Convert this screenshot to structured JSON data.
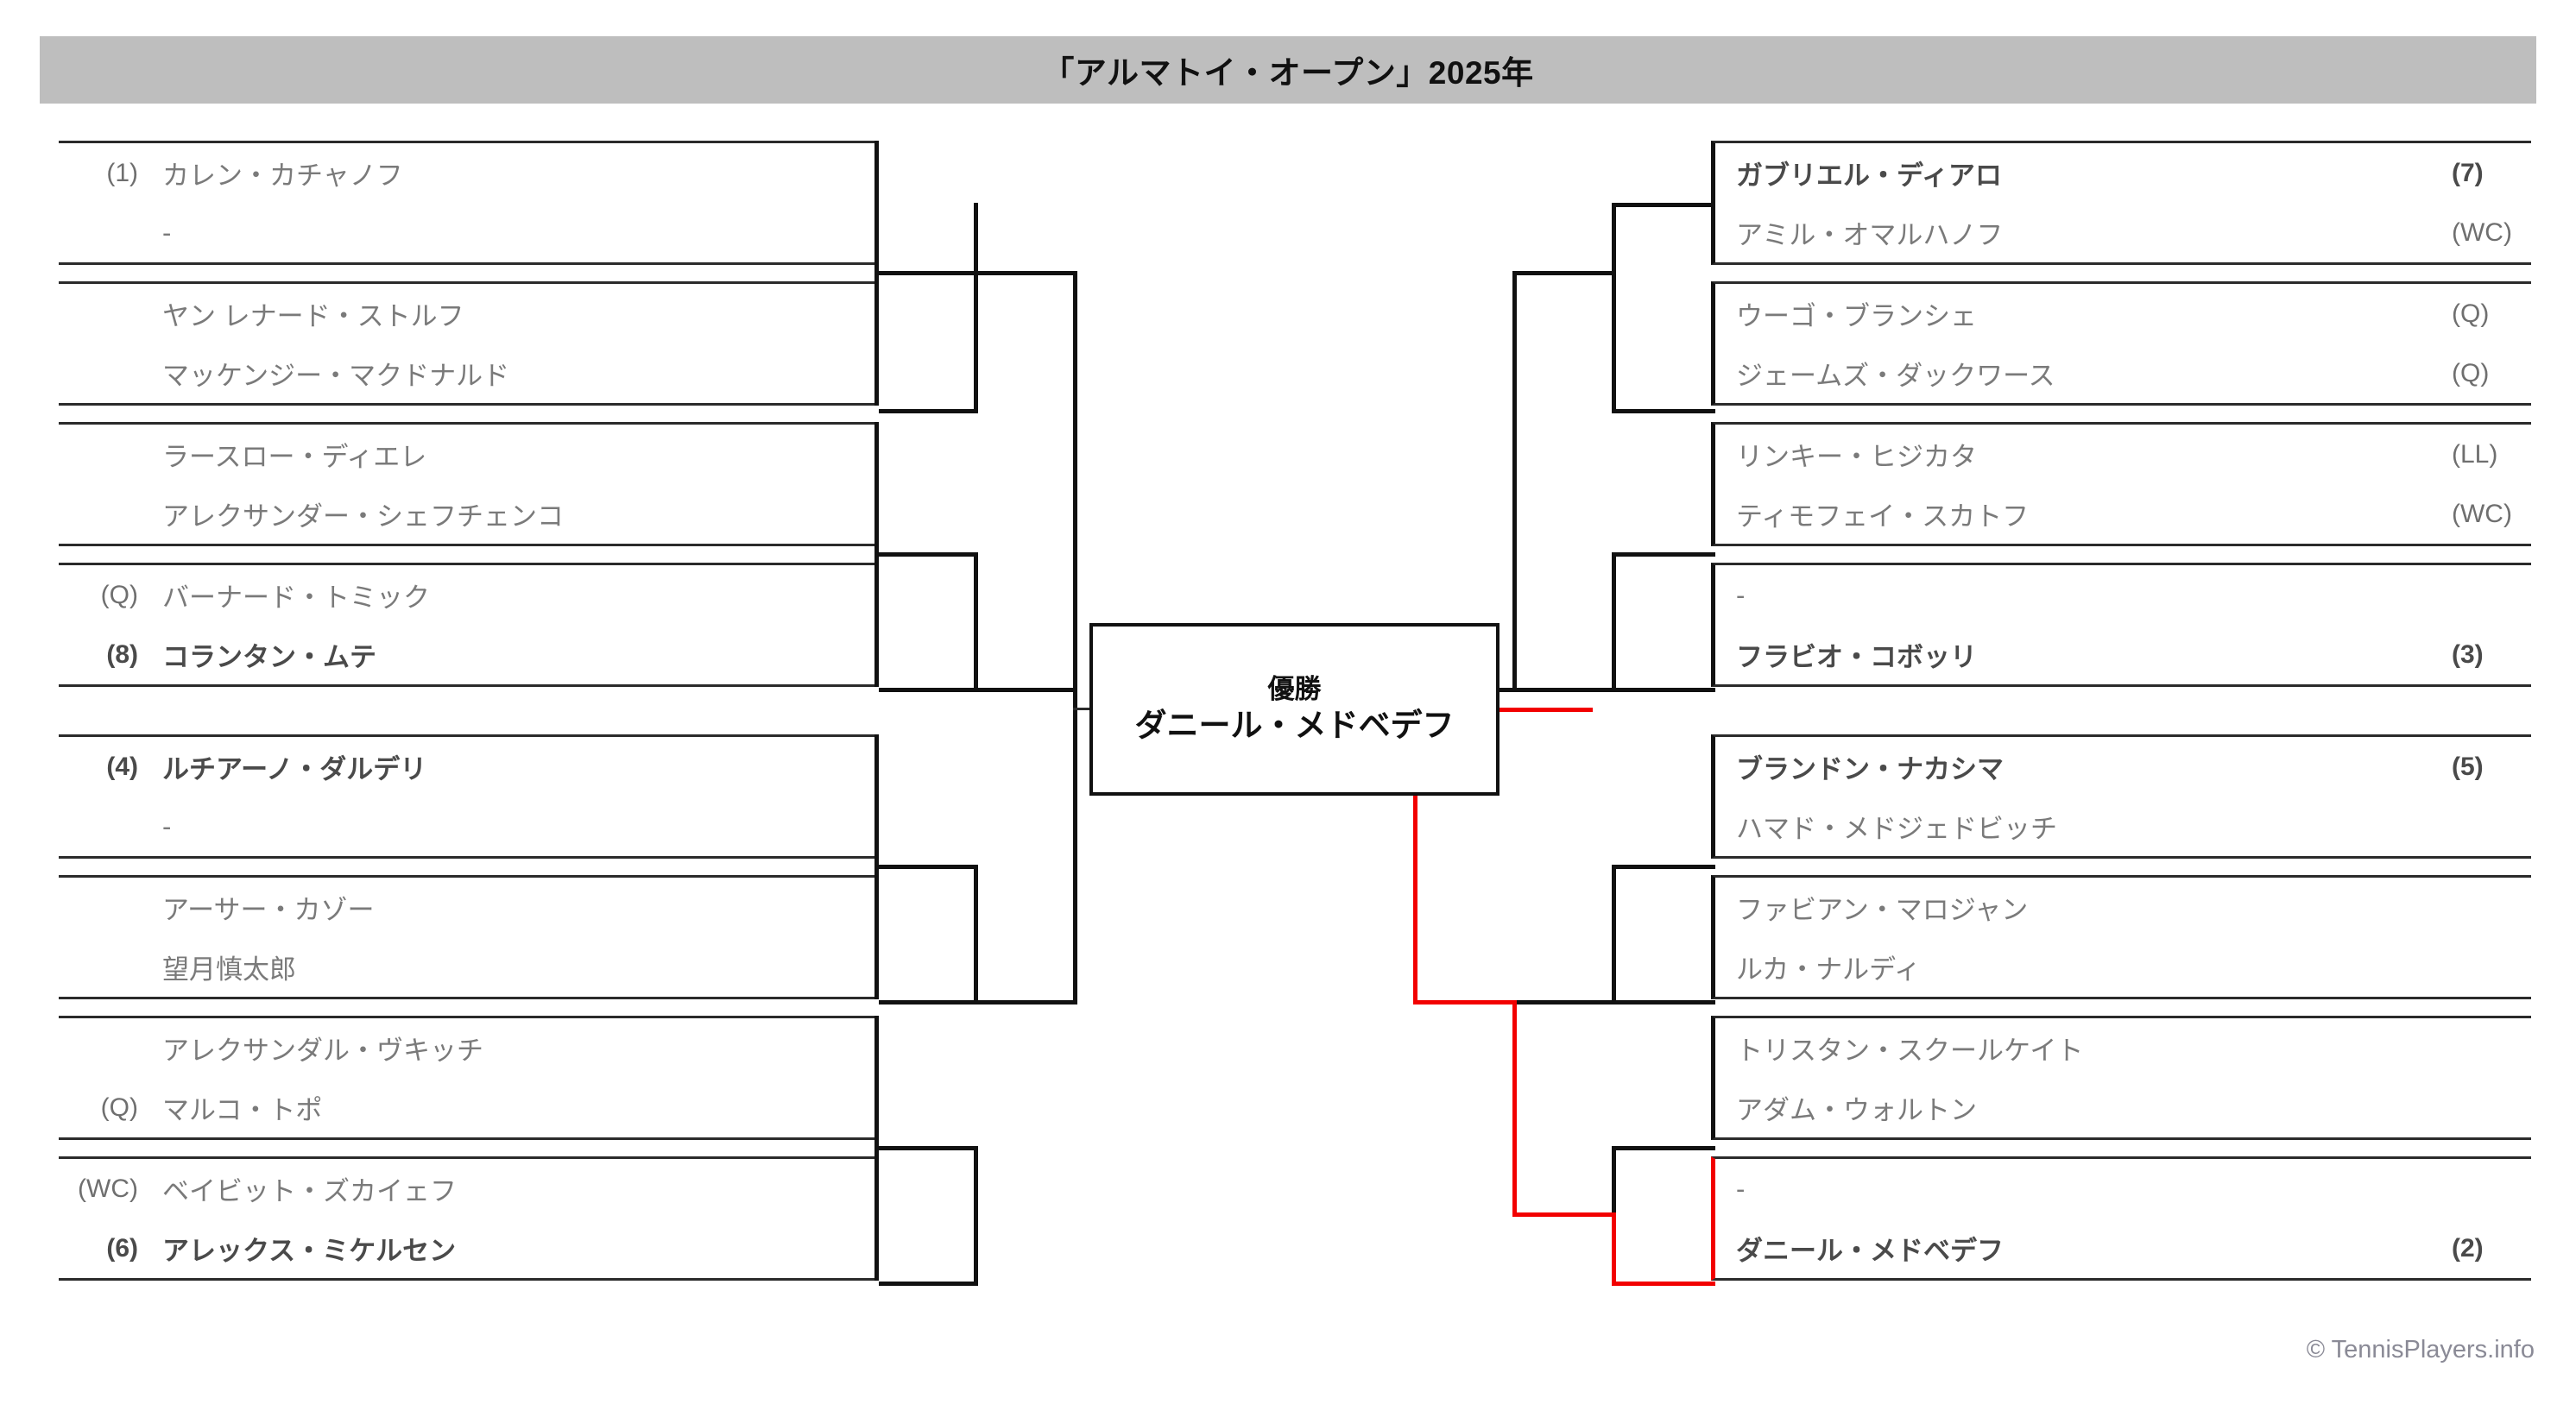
{
  "header": {
    "title": "「アルマトイ・オープン」2025年",
    "background_color": "#bebebe"
  },
  "colors": {
    "winner_path": "#f20000",
    "bracket_line": "#111111",
    "text_normal": "#7a7a7a",
    "text_winner": "#4a4a4a",
    "title_text": "#111111"
  },
  "champion": {
    "label": "優勝",
    "name": "ダニール・メドベデフ"
  },
  "footer": {
    "copyright": "© TennisPlayers.info"
  },
  "left_half": {
    "matches": [
      {
        "id": "L-R1-M1",
        "players": [
          {
            "seed": "(1)",
            "name": "カレン・カチャノフ",
            "winner": true
          },
          {
            "seed": "",
            "name": "-",
            "winner": false
          }
        ]
      },
      {
        "id": "L-R1-M2",
        "players": [
          {
            "seed": "",
            "name": "ヤン レナード・ストルフ",
            "winner": false
          },
          {
            "seed": "",
            "name": "マッケンジー・マクドナルド",
            "winner": false
          }
        ]
      },
      {
        "id": "L-R1-M3",
        "players": [
          {
            "seed": "",
            "name": "ラースロー・ディエレ",
            "winner": false
          },
          {
            "seed": "",
            "name": "アレクサンダー・シェフチェンコ",
            "winner": false
          }
        ]
      },
      {
        "id": "L-R1-M4",
        "players": [
          {
            "seed": "(Q)",
            "name": "バーナード・トミック",
            "winner": false
          },
          {
            "seed": "(8)",
            "name": "コランタン・ムテ",
            "winner": true
          }
        ]
      },
      {
        "id": "L-R1-M5",
        "players": [
          {
            "seed": "(4)",
            "name": "ルチアーノ・ダルデリ",
            "winner": true
          },
          {
            "seed": "",
            "name": "-",
            "winner": false
          }
        ]
      },
      {
        "id": "L-R1-M6",
        "players": [
          {
            "seed": "",
            "name": "アーサー・カゾー",
            "winner": false
          },
          {
            "seed": "",
            "name": "望月慎太郎",
            "winner": false
          }
        ]
      },
      {
        "id": "L-R1-M7",
        "players": [
          {
            "seed": "",
            "name": "アレクサンダル・ヴキッチ",
            "winner": false
          },
          {
            "seed": "(Q)",
            "name": "マルコ・トポ",
            "winner": false
          }
        ]
      },
      {
        "id": "L-R1-M8",
        "players": [
          {
            "seed": "(WC)",
            "name": "ベイビット・ズカイェフ",
            "winner": false
          },
          {
            "seed": "(6)",
            "name": "アレックス・ミケルセン",
            "winner": true
          }
        ]
      }
    ]
  },
  "right_half": {
    "matches": [
      {
        "id": "R-R1-M1",
        "players": [
          {
            "seed": "(7)",
            "name": "ガブリエル・ディアロ",
            "winner": true
          },
          {
            "seed": "(WC)",
            "name": "アミル・オマルハノフ",
            "winner": false
          }
        ]
      },
      {
        "id": "R-R1-M2",
        "players": [
          {
            "seed": "(Q)",
            "name": "ウーゴ・ブランシェ",
            "winner": false
          },
          {
            "seed": "(Q)",
            "name": "ジェームズ・ダックワース",
            "winner": false
          }
        ]
      },
      {
        "id": "R-R1-M3",
        "players": [
          {
            "seed": "(LL)",
            "name": "リンキー・ヒジカタ",
            "winner": false
          },
          {
            "seed": "(WC)",
            "name": "ティモフェイ・スカトフ",
            "winner": false
          }
        ]
      },
      {
        "id": "R-R1-M4",
        "players": [
          {
            "seed": "",
            "name": "-",
            "winner": false
          },
          {
            "seed": "(3)",
            "name": "フラビオ・コボッリ",
            "winner": true
          }
        ]
      },
      {
        "id": "R-R1-M5",
        "players": [
          {
            "seed": "(5)",
            "name": "ブランドン・ナカシマ",
            "winner": true
          },
          {
            "seed": "",
            "name": "ハマド・メドジェドビッチ",
            "winner": false
          }
        ]
      },
      {
        "id": "R-R1-M6",
        "players": [
          {
            "seed": "",
            "name": "ファビアン・マロジャン",
            "winner": false
          },
          {
            "seed": "",
            "name": "ルカ・ナルディ",
            "winner": false
          }
        ]
      },
      {
        "id": "R-R1-M7",
        "players": [
          {
            "seed": "",
            "name": "トリスタン・スクールケイト",
            "winner": false
          },
          {
            "seed": "",
            "name": "アダム・ウォルトン",
            "winner": false
          }
        ]
      },
      {
        "id": "R-R1-M8",
        "players": [
          {
            "seed": "",
            "name": "-",
            "winner": false
          },
          {
            "seed": "(2)",
            "name": "ダニール・メドベデフ",
            "winner": true
          }
        ]
      }
    ]
  }
}
